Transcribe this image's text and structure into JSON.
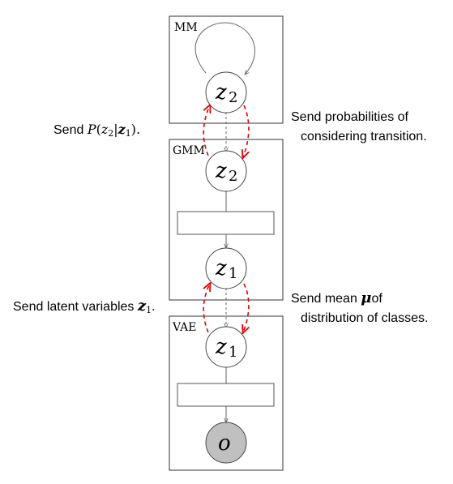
{
  "modules": {
    "mm": {
      "label": "MM"
    },
    "gmm": {
      "label": "GMM"
    },
    "vae": {
      "label": "VAE"
    }
  },
  "nodes": {
    "mm_z2": {
      "var": "z",
      "sub": "2"
    },
    "gmm_z2": {
      "var": "z",
      "sub": "2"
    },
    "gmm_z1": {
      "var": "z",
      "sub": "1"
    },
    "vae_z1": {
      "var": "z",
      "sub": "1"
    },
    "vae_o": {
      "var": "o",
      "observed": true
    }
  },
  "annotations": {
    "send_transition_prob": {
      "prefix": "Send ",
      "math_p": "P",
      "math_open": "(",
      "math_z2": "z",
      "math_z2_sub": "2",
      "math_bar": "|",
      "math_z1": "z",
      "math_z1_sub": "1",
      "math_close": ").",
      "text": "Send P(z₂|z₁)."
    },
    "send_probabilities": {
      "line1": "Send probabilities of",
      "line2": "considering transition."
    },
    "send_latent": {
      "prefix": "Send latent variables ",
      "math_z": "z",
      "math_sub": "1",
      "suffix": "."
    },
    "send_mean": {
      "prefix": "Send mean ",
      "math_mu": "μ",
      "suffix": "of",
      "line2": "distribution of classes."
    }
  },
  "colors": {
    "edge": "#444444",
    "message_arrow": "#e00000",
    "observed_fill": "#c0c0c0",
    "box_stroke": "#333333"
  }
}
